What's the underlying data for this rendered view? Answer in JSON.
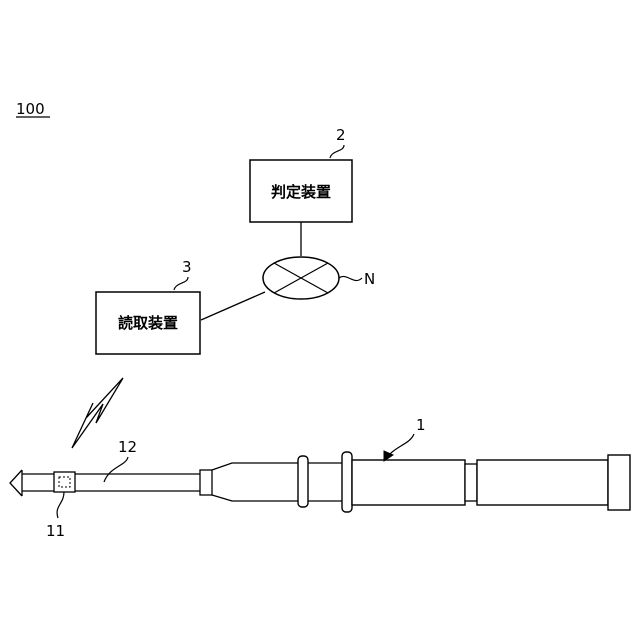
{
  "figure": {
    "system_ref": "100",
    "judging_device": {
      "ref": "2",
      "label": "判定装置"
    },
    "reading_device": {
      "ref": "3",
      "label": "読取装置"
    },
    "network": {
      "ref": "N"
    },
    "instrument": {
      "ref": "1"
    },
    "shaft": {
      "ref": "12"
    },
    "tag": {
      "ref": "11"
    }
  }
}
